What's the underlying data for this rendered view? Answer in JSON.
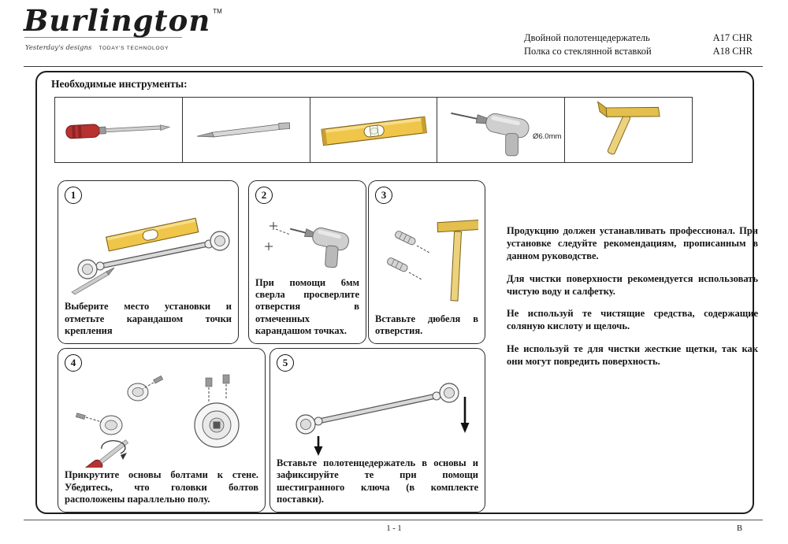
{
  "header": {
    "brand": "Burlington",
    "tm": "TM",
    "tagline_script": "Yesterday's designs",
    "tagline_caps": "TODAY'S TECHNOLOGY",
    "products": [
      {
        "name": "Двойной полотенцедержатель",
        "code": "A17 CHR"
      },
      {
        "name": "Полка со стеклянной вставкой",
        "code": "A18 CHR"
      }
    ]
  },
  "tools": {
    "heading": "Необходимые инструменты:",
    "items": [
      {
        "icon": "screwdriver-icon"
      },
      {
        "icon": "pencil-icon"
      },
      {
        "icon": "level-icon"
      },
      {
        "icon": "drill-icon",
        "label": "Ø6.0mm"
      },
      {
        "icon": "hammer-icon"
      }
    ]
  },
  "steps": [
    {
      "number": "1",
      "text": "Выберите место установки и отметьте карандашом точки крепления"
    },
    {
      "number": "2",
      "text": "При помощи 6мм сверла просверлите отверстия в отмеченных карандашом точках."
    },
    {
      "number": "3",
      "text": "Вставьте дюбеля в отверстия."
    },
    {
      "number": "4",
      "text": "Прикрутите основы болтами к стене. Убедитесь, что головки болтов расположены параллельно полу."
    },
    {
      "number": "5",
      "text": "Вставьте полотенцедержатель в основы и зафиксируйте те при помощи шестигранного ключа (в комплекте поставки)."
    }
  ],
  "notes": [
    "Продукцию должен устанавливать профессионал. При установке следуйте рекомендациям, прописанным в данном руководстве.",
    "Для чистки поверхности рекомендуется использовать чистую воду и салфетку.",
    "Не используй те чистящие средства, содержащие соляную кислоту и щелочь.",
    "Не используй те для чистки жесткие щетки, так как они могут повредить поверхность."
  ],
  "footer": {
    "page": "1 - 1",
    "revision": "B"
  },
  "colors": {
    "tool_yellow": "#f0c64a",
    "tool_red": "#b83232",
    "metal_gray": "#cfcfcf"
  }
}
